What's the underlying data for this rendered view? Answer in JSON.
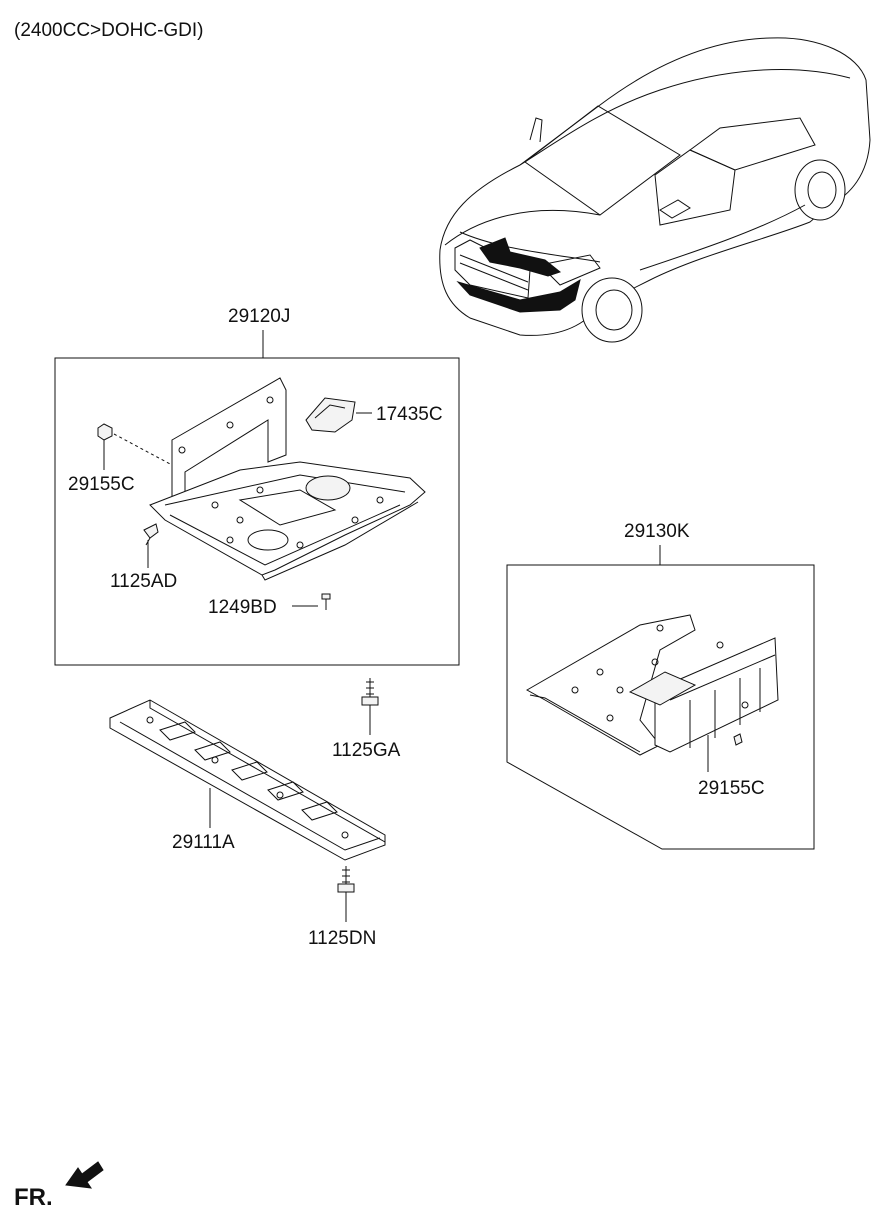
{
  "header": {
    "engine_spec": "(2400CC>DOHC-GDI)"
  },
  "footer": {
    "front_label": "FR."
  },
  "parts": {
    "assembly_front": "29120J",
    "assembly_rear": "29130K",
    "cover_17435C": "17435C",
    "clip_29155C_left": "29155C",
    "clip_29155C_right": "29155C",
    "bolt_1125AD": "1125AD",
    "bolt_1249BD": "1249BD",
    "bolt_1125GA": "1125GA",
    "panel_29111A": "29111A",
    "bolt_1125DN": "1125DN"
  }
}
